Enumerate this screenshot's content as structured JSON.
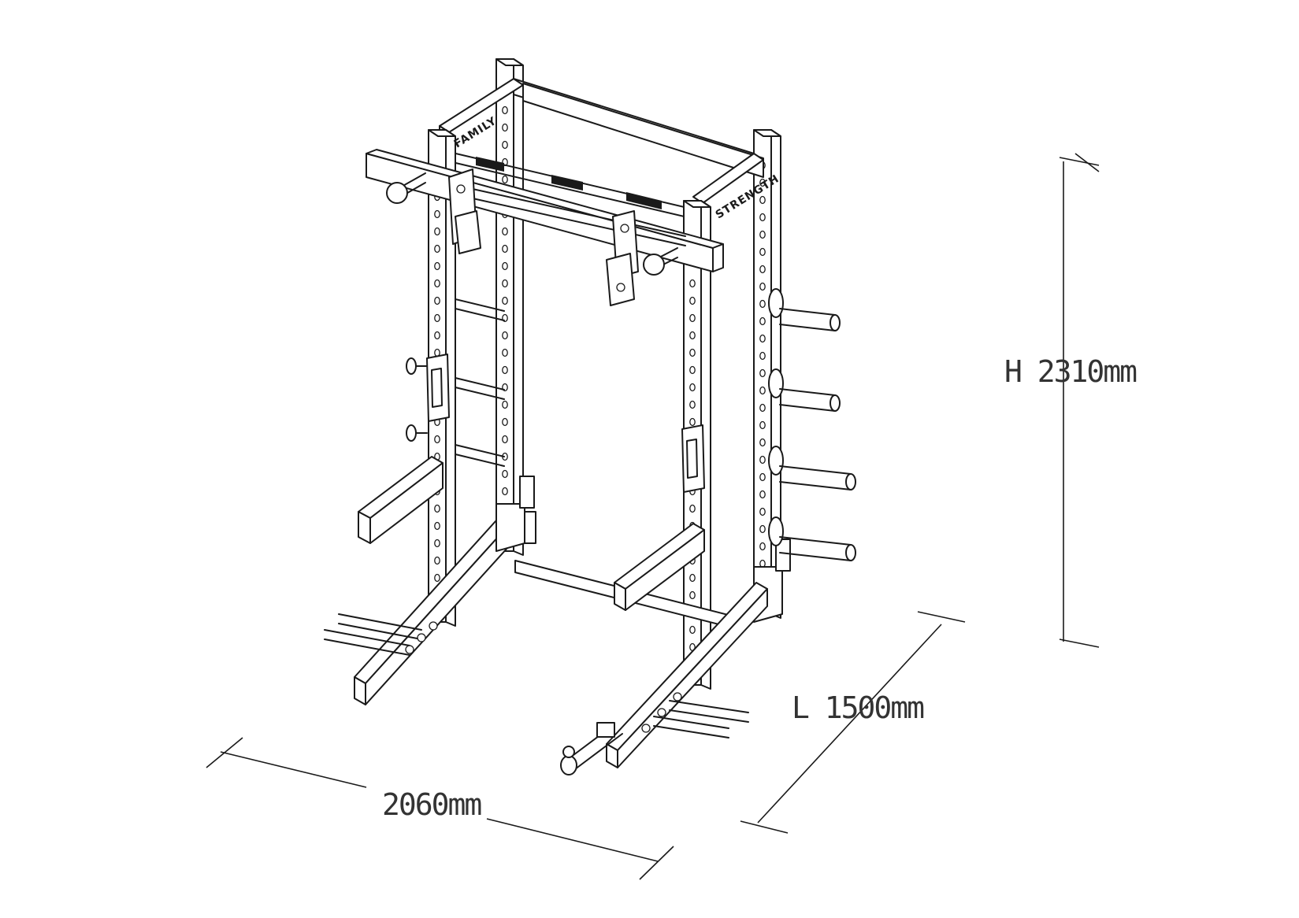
{
  "dimensions": {
    "width_label": "2060mm",
    "length_label": "L 1500mm",
    "height_label": "H 2310mm"
  },
  "branding": {
    "front_label": "STRENGTH",
    "rear_label": "FAMILY"
  }
}
